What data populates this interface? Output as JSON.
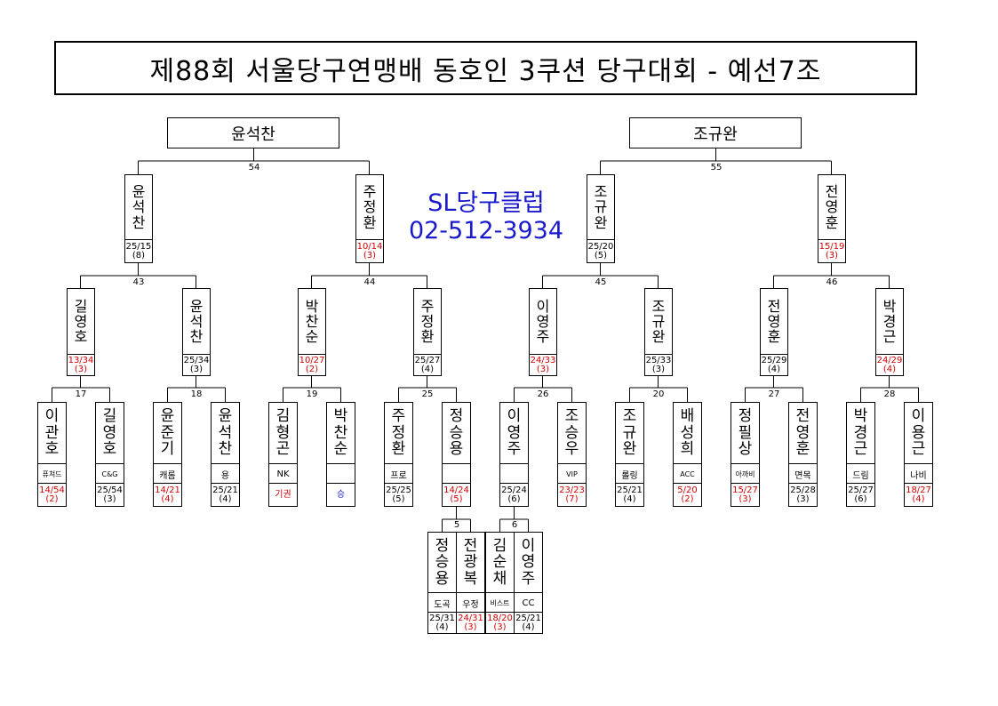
{
  "title": "제88회 서울당구연맹배 동호인 3쿠션 당구대회 - 예선7조",
  "club": {
    "name": "SL당구클럽",
    "phone": "02-512-3934"
  },
  "colors": {
    "loss": "#d00000",
    "win_mark": "#1a1acc",
    "line": "#000000"
  },
  "semifinal_winners": [
    "윤석찬",
    "조규완"
  ],
  "match_numbers": {
    "m54": "54",
    "m55": "55",
    "m43": "43",
    "m44": "44",
    "m45": "45",
    "m46": "46",
    "m17": "17",
    "m18": "18",
    "m19": "19",
    "m25": "25",
    "m26": "26",
    "m20": "20",
    "m27": "27",
    "m28": "28",
    "m5": "5",
    "m6": "6"
  },
  "round3": [
    {
      "name": "윤석찬",
      "score": "25/15",
      "rank": "(8)",
      "loss": false
    },
    {
      "name": "주정환",
      "score": "10/14",
      "rank": "(3)",
      "loss": true
    },
    {
      "name": "조규완",
      "score": "25/20",
      "rank": "(5)",
      "loss": false
    },
    {
      "name": "전영훈",
      "score": "15/19",
      "rank": "(3)",
      "loss": true
    }
  ],
  "round2": [
    {
      "name": "길영호",
      "score": "13/34",
      "rank": "(3)",
      "loss": true
    },
    {
      "name": "윤석찬",
      "score": "25/34",
      "rank": "(3)",
      "loss": false
    },
    {
      "name": "박찬순",
      "score": "10/27",
      "rank": "(2)",
      "loss": true
    },
    {
      "name": "주정환",
      "score": "25/27",
      "rank": "(4)",
      "loss": false
    },
    {
      "name": "이영주",
      "score": "24/33",
      "rank": "(3)",
      "loss": true
    },
    {
      "name": "조규완",
      "score": "25/33",
      "rank": "(3)",
      "loss": false
    },
    {
      "name": "전영훈",
      "score": "25/29",
      "rank": "(4)",
      "loss": false
    },
    {
      "name": "박경근",
      "score": "24/29",
      "rank": "(4)",
      "loss": true
    }
  ],
  "round1": [
    {
      "name": "이관호",
      "club": "퓨쳐드",
      "score": "14/54",
      "rank": "(2)",
      "loss": true
    },
    {
      "name": "길영호",
      "club": "C&G",
      "score": "25/54",
      "rank": "(3)",
      "loss": false
    },
    {
      "name": "윤준기",
      "club": "캐롬",
      "score": "14/21",
      "rank": "(4)",
      "loss": true
    },
    {
      "name": "윤석찬",
      "club": "용",
      "score": "25/21",
      "rank": "(4)",
      "loss": false
    },
    {
      "name": "김형곤",
      "club": "NK",
      "score": "기권",
      "rank": "",
      "loss": true
    },
    {
      "name": "박찬순",
      "club": "",
      "score": "승",
      "rank": "",
      "loss": false,
      "win": true
    },
    {
      "name": "주정환",
      "club": "프로",
      "score": "25/25",
      "rank": "(5)",
      "loss": false
    },
    {
      "name": "정승용",
      "club": "",
      "score": "14/24",
      "rank": "(5)",
      "loss": true
    },
    {
      "name": "이영주",
      "club": "",
      "score": "25/24",
      "rank": "(6)",
      "loss": false
    },
    {
      "name": "조승우",
      "club": "VIP",
      "score": "23/23",
      "rank": "(7)",
      "loss": true
    },
    {
      "name": "조규완",
      "club": "롤링",
      "score": "25/21",
      "rank": "(4)",
      "loss": false
    },
    {
      "name": "배성희",
      "club": "ACC",
      "score": "5/20",
      "rank": "(2)",
      "loss": true
    },
    {
      "name": "정필상",
      "club": "아까비",
      "score": "15/27",
      "rank": "(3)",
      "loss": true
    },
    {
      "name": "전영훈",
      "club": "면목",
      "score": "25/28",
      "rank": "(3)",
      "loss": false
    },
    {
      "name": "박경근",
      "club": "드림",
      "score": "25/27",
      "rank": "(6)",
      "loss": false
    },
    {
      "name": "이용근",
      "club": "나비",
      "score": "18/27",
      "rank": "(4)",
      "loss": true
    }
  ],
  "round0": [
    {
      "name": "정승용",
      "club": "도곡",
      "score": "25/31",
      "rank": "(4)",
      "loss": false
    },
    {
      "name": "전광복",
      "club": "우정",
      "score": "24/31",
      "rank": "(3)",
      "loss": true
    },
    {
      "name": "김순채",
      "club": "비스트",
      "score": "18/20",
      "rank": "(3)",
      "loss": true
    },
    {
      "name": "이영주",
      "club": "CC",
      "score": "25/21",
      "rank": "(4)",
      "loss": false
    }
  ]
}
